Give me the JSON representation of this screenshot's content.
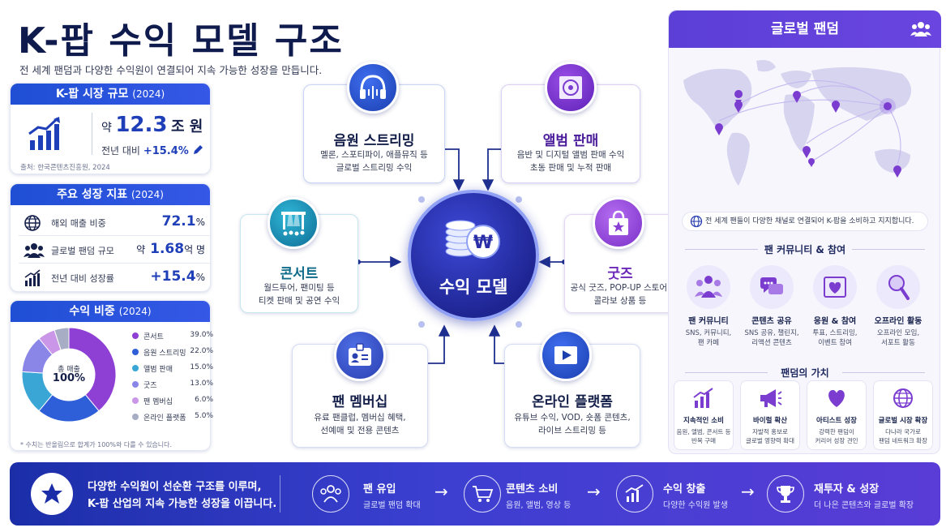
{
  "header": {
    "title": "K-팝 수익 모델 구조",
    "subtitle": "전 세계 팬덤과 다양한 수익원이 연결되어 지속 가능한 성장을 만듭니다."
  },
  "market_size": {
    "title": "K-팝 시장 규모",
    "year": "(2024)",
    "prefix": "약",
    "value": "12.3",
    "unit": "조 원",
    "yoy_label": "전년 대비",
    "yoy_value": "+15.4%",
    "source": "출처: 한국콘텐츠진흥원, 2024"
  },
  "indicators": {
    "title": "주요 성장 지표",
    "year": "(2024)",
    "items": [
      {
        "label": "해외 매출 비중",
        "prefix": "",
        "value": "72.1",
        "suffix": "%",
        "icon": "globe-icon"
      },
      {
        "label": "글로벌 팬덤 규모",
        "prefix": "약",
        "value": "1.68",
        "suffix": "억 명",
        "icon": "users-icon"
      },
      {
        "label": "전년 대비 성장률",
        "prefix": "",
        "value": "+15.4",
        "suffix": "%",
        "icon": "growth-chart-icon"
      }
    ]
  },
  "revenue_share": {
    "title": "수익 비중",
    "year": "(2024)",
    "center_label": "총 매출",
    "center_value": "100%",
    "note": "* 수치는 반올림으로 합계가 100%와 다를 수 있습니다."
  },
  "chart_data": {
    "type": "pie",
    "categories": [
      "콘서트",
      "음원 스트리밍",
      "앨범 판매",
      "굿즈",
      "팬 멤버십",
      "온라인 플랫폼"
    ],
    "labels": [
      "39.0%",
      "22.0%",
      "15.0%",
      "13.0%",
      "6.0%",
      "5.0%"
    ],
    "values": [
      39.0,
      22.0,
      15.0,
      13.0,
      6.0,
      5.0
    ],
    "colors": [
      "#8e3fd4",
      "#2f5fd8",
      "#3aa6d6",
      "#8a86e8",
      "#c996e8",
      "#a7adc4"
    ]
  },
  "hub": {
    "label": "수익 모델",
    "symbol": "₩"
  },
  "nodes": {
    "streaming": {
      "title": "음원 스트리밍",
      "desc": "멜론, 스포티파이, 애플뮤직 등\n글로벌 스트리밍 수익",
      "icon": "headphones-icon"
    },
    "album": {
      "title": "앨범 판매",
      "desc": "음반 및 디지털 앨범 판매 수익\n초동 판매 및 누적 판매",
      "icon": "album-icon"
    },
    "concert": {
      "title": "콘서트",
      "desc": "월드투어, 팬미팅 등\n티켓 판매 및 공연 수익",
      "icon": "concert-stage-icon"
    },
    "goods": {
      "title": "굿즈",
      "desc": "공식 굿즈, POP-UP 스토어,\n콜라보 상품 등",
      "icon": "shopping-bag-icon"
    },
    "membership": {
      "title": "팬 멤버십",
      "desc": "유료 팬클럽, 멤버십 혜택,\n선예매 및 전용 콘텐츠",
      "icon": "id-card-icon"
    },
    "online": {
      "title": "온라인 플랫폼",
      "desc": "유튜브 수익, VOD, 숏폼 콘텐츠,\n라이브 스트리밍 등",
      "icon": "play-icon"
    }
  },
  "global_fandom": {
    "title": "글로벌 팬덤",
    "map_caption": "전 세계 팬들이 다양한 채널로 연결되어 K-팝을 소비하고 지지합니다.",
    "community_title": "팬 커뮤니티 & 참여",
    "activities": [
      {
        "title": "팬 커뮤니티",
        "desc": "SNS, 커뮤니티,\n팬 카페",
        "icon": "community-icon"
      },
      {
        "title": "콘텐츠 공유",
        "desc": "SNS 공유, 챌린지,\n리액션 콘텐츠",
        "icon": "chat-icon"
      },
      {
        "title": "응원 & 참여",
        "desc": "투표, 스트리밍,\n이벤트 참여",
        "icon": "heart-frame-icon"
      },
      {
        "title": "오프라인 활동",
        "desc": "오프라인 모임,\n서포트 활동",
        "icon": "lightstick-icon"
      }
    ],
    "values_title": "팬덤의 가치",
    "values": [
      {
        "title": "지속적인 소비",
        "desc": "음원, 앨범, 콘서트 등\n반복 구매",
        "icon": "bar-chart-icon"
      },
      {
        "title": "바이럴 확산",
        "desc": "자발적 홍보로\n글로벌 영향력 확대",
        "icon": "megaphone-icon"
      },
      {
        "title": "아티스트 성장",
        "desc": "강력한 팬덤이\n커리어 성장 견인",
        "icon": "heart-icon"
      },
      {
        "title": "글로벌 시장 확장",
        "desc": "다나라 국가로\n팬덤 네트워크 확장",
        "icon": "globe-icon"
      }
    ]
  },
  "bottom": {
    "message": "다양한 수익원이 선순환 구조를 이루며,\nK-팝 산업의 지속 가능한 성장을 이끕니다.",
    "steps": [
      {
        "title": "팬 유입",
        "desc": "글로벌 팬덤 확대",
        "icon": "users-icon"
      },
      {
        "title": "콘텐츠 소비",
        "desc": "음원, 앨범, 영상 등",
        "icon": "cart-icon"
      },
      {
        "title": "수익 창출",
        "desc": "다양한 수익원 발생",
        "icon": "growth-chart-icon"
      },
      {
        "title": "재투자 & 성장",
        "desc": "더 나은 콘텐츠와 글로벌 확장",
        "icon": "trophy-icon"
      }
    ]
  }
}
